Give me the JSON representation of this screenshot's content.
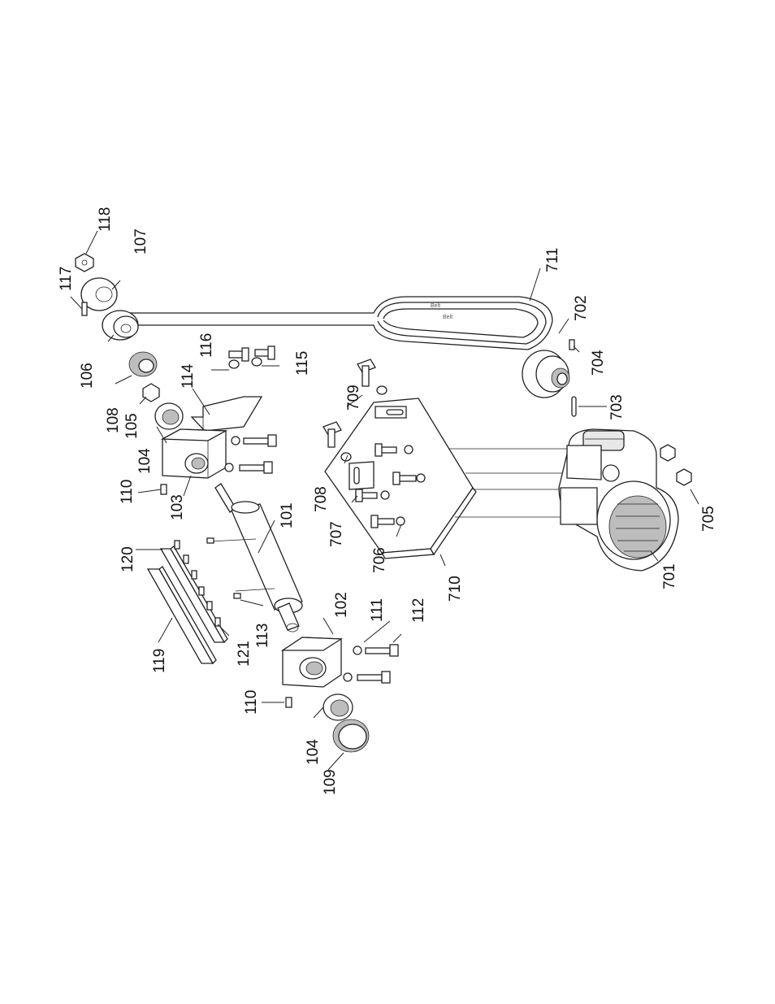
{
  "callouts": {
    "c101": "101",
    "c102": "102",
    "c103": "103",
    "c104a": "104",
    "c104b": "104",
    "c105": "105",
    "c106": "106",
    "c107": "107",
    "c108": "108",
    "c109": "109",
    "c110a": "110",
    "c110b": "110",
    "c111": "111",
    "c112": "112",
    "c113": "113",
    "c114": "114",
    "c115": "115",
    "c116": "116",
    "c117": "117",
    "c118": "118",
    "c119": "119",
    "c120": "120",
    "c121": "121",
    "c701": "701",
    "c702": "702",
    "c703": "703",
    "c704": "704",
    "c705": "705",
    "c706": "706",
    "c707": "707",
    "c708": "708",
    "c709": "709",
    "c710": "710",
    "c711": "711"
  }
}
